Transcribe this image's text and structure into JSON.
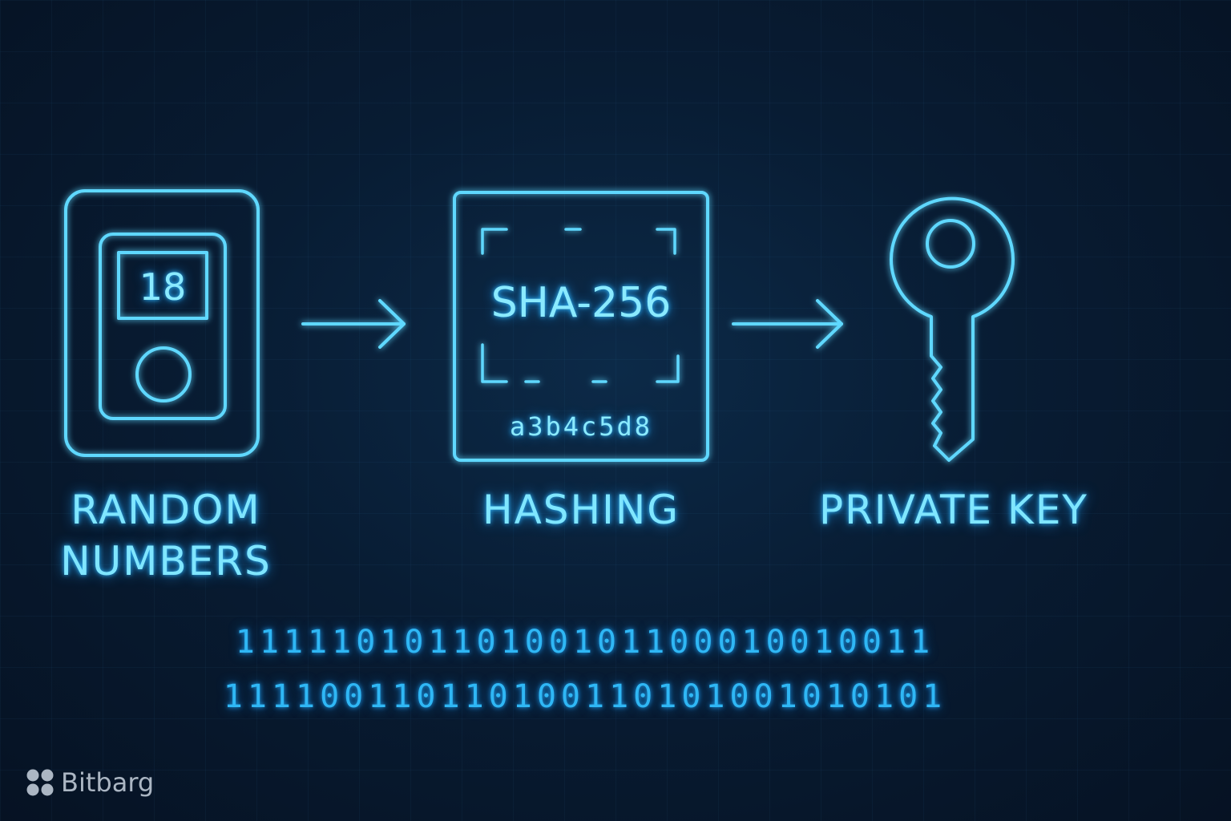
{
  "steps": [
    {
      "label_line1": "RANDOM",
      "label_line2": "NUMBERS",
      "display_value": "18",
      "icon": "random-number-device-icon"
    },
    {
      "label": "HASHING",
      "algorithm": "SHA-256",
      "hash_preview": "a3b4c5d8",
      "icon": "hash-box-icon"
    },
    {
      "label": "PRIVATE KEY",
      "icon": "key-icon"
    }
  ],
  "binary": {
    "line1": "11111010110100101100010010011",
    "line2": "111100110110100110101001010101"
  },
  "brand": {
    "name": "Bitbarg",
    "icon": "bitbarg-logo-icon"
  },
  "colors": {
    "accent": "#5fd8ff",
    "background": "#081c33",
    "binary": "#2fb7f5"
  }
}
